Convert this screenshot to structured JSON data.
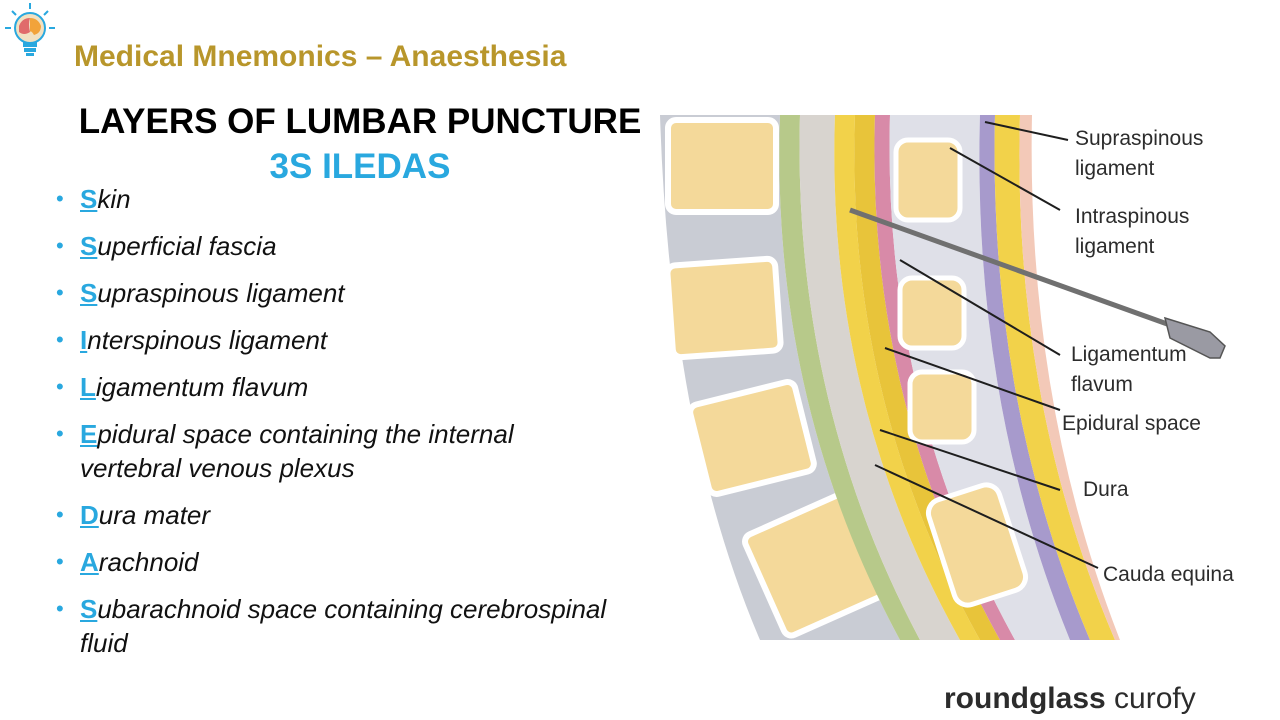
{
  "header": {
    "title": "Medical Mnemonics – Anaesthesia"
  },
  "slide": {
    "title": "LAYERS OF LUMBAR PUNCTURE",
    "mnemonic": "3S ILEDAS",
    "items": [
      {
        "first": "S",
        "rest": "kin"
      },
      {
        "first": "S",
        "rest": "uperficial fascia"
      },
      {
        "first": "S",
        "rest": "upraspinous  ligament"
      },
      {
        "first": "I",
        "rest": "nterspinous ligament"
      },
      {
        "first": "L",
        "rest": "igamentum flavum"
      },
      {
        "first": "E",
        "rest": "pidural space containing the internal vertebral venous plexus"
      },
      {
        "first": "D",
        "rest": "ura mater"
      },
      {
        "first": "A",
        "rest": "rachnoid"
      },
      {
        "first": "S",
        "rest": "ubarachnoid  space  containing cerebrospinal fluid"
      }
    ]
  },
  "figure": {
    "labels": {
      "supraspinous_1": "Supraspinous",
      "supraspinous_2": "ligament",
      "intraspinous_1": "Intraspinous",
      "intraspinous_2": "ligament",
      "flavum_1": "Ligamentum",
      "flavum_2": "flavum",
      "epidural": "Epidural space",
      "dura": "Dura",
      "cauda": "Cauda equina"
    }
  },
  "brand": {
    "part1": "roundglass",
    "part2": " curofy"
  },
  "colors": {
    "accent": "#29a8df",
    "header": "#b8962b"
  }
}
